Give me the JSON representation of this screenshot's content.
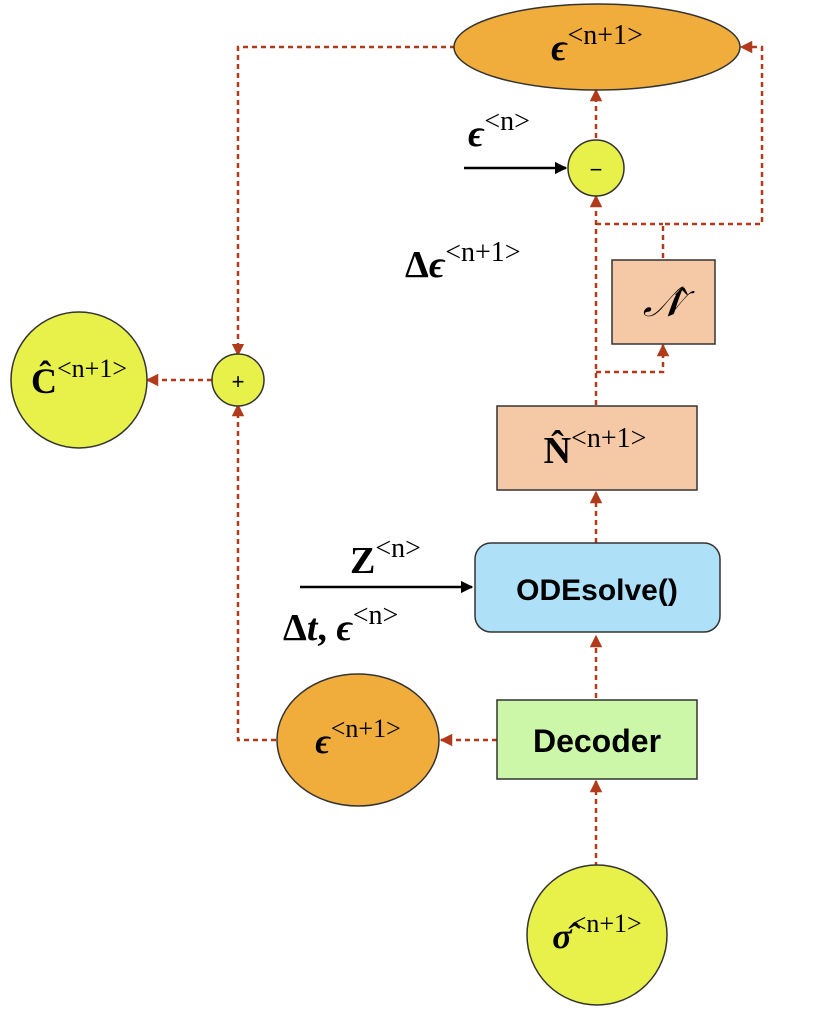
{
  "colors": {
    "arrow_dashed": "#b03a1a",
    "arrow_solid": "#000000",
    "orange_fill": "#f0ad3c",
    "yellow_fill": "#e8f04a",
    "peach_fill": "#f5c8a6",
    "blue_fill": "#aee0f7",
    "green_fill": "#cdf7a8"
  },
  "nodes": {
    "eps_top": {
      "symbol": "ϵ",
      "sup": "<n+1>"
    },
    "minus_op": {
      "symbol": "−"
    },
    "plus_op": {
      "symbol": "+"
    },
    "c_hat": {
      "symbol": "Ĉ",
      "sup": "<n+1>"
    },
    "n_cal_hat": {
      "symbol": "𝒩̂"
    },
    "n_hat": {
      "symbol": "N̂",
      "sup": "<n+1>"
    },
    "odesolve": {
      "label": "ODEsolve()"
    },
    "eps_bottom": {
      "symbol": "ϵ",
      "sup": "<n+1>"
    },
    "decoder": {
      "label": "Decoder"
    },
    "sigma_hat": {
      "symbol": "σ̂",
      "sup": "<n+1>"
    }
  },
  "labels": {
    "eps_n_input": {
      "symbol": "ϵ",
      "sup": "<n>"
    },
    "delta_eps": {
      "prefix": "Δ",
      "symbol": "ϵ",
      "sup": "<n+1>"
    },
    "z_input": {
      "symbol": "Z",
      "sup": "<n>"
    },
    "dt_eps_input": {
      "prefix": "Δ",
      "var": "t",
      "sep": ", ",
      "symbol": "ϵ",
      "sup": "<n>"
    }
  }
}
